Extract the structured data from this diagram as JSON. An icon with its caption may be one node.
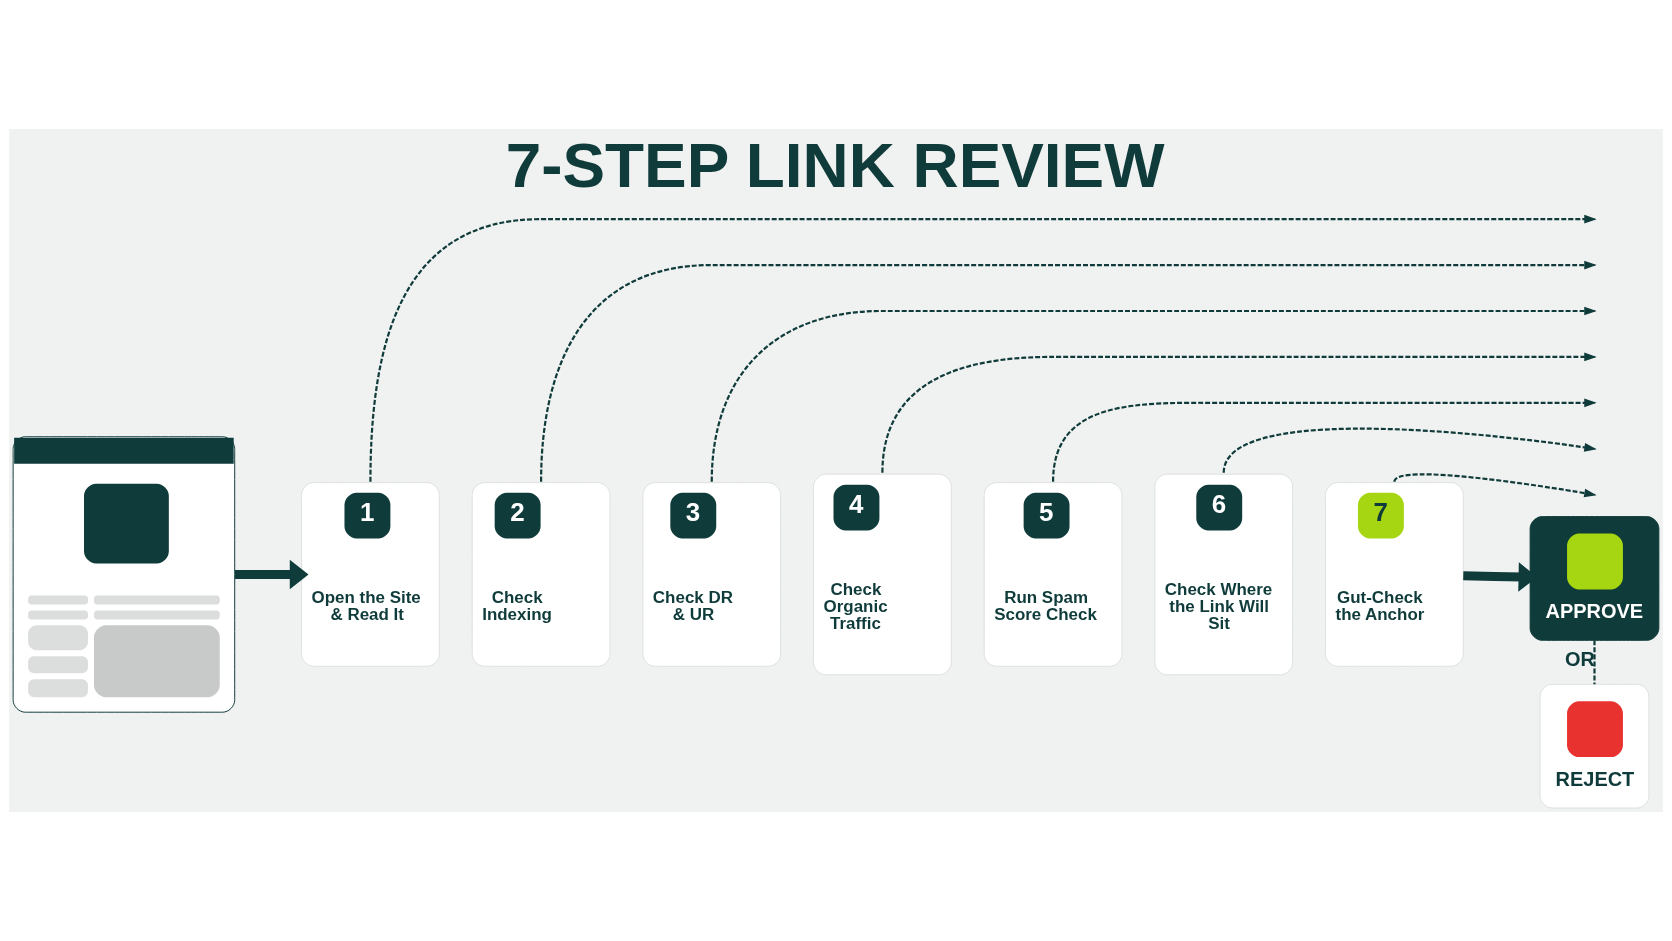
{
  "diagram": {
    "title": "7-STEP LINK REVIEW",
    "nodes": [
      {
        "text": [],
        "shape": "picture"
      },
      {
        "text": [
          "1",
          "Open the Site & Read It"
        ]
      },
      {
        "text": [
          "2",
          "Check Indexing"
        ]
      },
      {
        "text": [
          "3",
          "Check DR & UR"
        ]
      },
      {
        "text": [
          "4",
          "Check Organic Traffic"
        ]
      },
      {
        "text": [
          "5",
          "Run Spam Score Check"
        ]
      },
      {
        "text": [
          "6",
          "Check Where the Link Will Sit"
        ]
      },
      {
        "text": [
          "7",
          "Gut-Check the Anchor"
        ]
      },
      {
        "text": [
          "APPROVE"
        ]
      },
      {
        "text": [
          "REJECT"
        ]
      }
    ],
    "edges": [
      {
        "from": 0,
        "to": 1,
        "arrow": "to",
        "style": "thick"
      },
      {
        "from": 1,
        "to": null,
        "arrow": "to",
        "style": "dashed"
      },
      {
        "from": 2,
        "to": null,
        "arrow": "to",
        "style": "dashed"
      },
      {
        "from": 3,
        "to": null,
        "arrow": "to",
        "style": "dashed"
      },
      {
        "from": 4,
        "to": null,
        "arrow": "to",
        "style": "dashed"
      },
      {
        "from": 5,
        "to": null,
        "arrow": "to",
        "style": "dashed"
      },
      {
        "from": 6,
        "to": null,
        "arrow": "to",
        "style": "dashed"
      },
      {
        "from": 7,
        "to": null,
        "arrow": "to",
        "style": "dashed"
      },
      {
        "from": 7,
        "to": 8,
        "arrow": "to",
        "style": "thick"
      },
      {
        "from": 8,
        "to": 9,
        "arrow": "none",
        "label": "OR",
        "style": "dashed"
      }
    ]
  }
}
